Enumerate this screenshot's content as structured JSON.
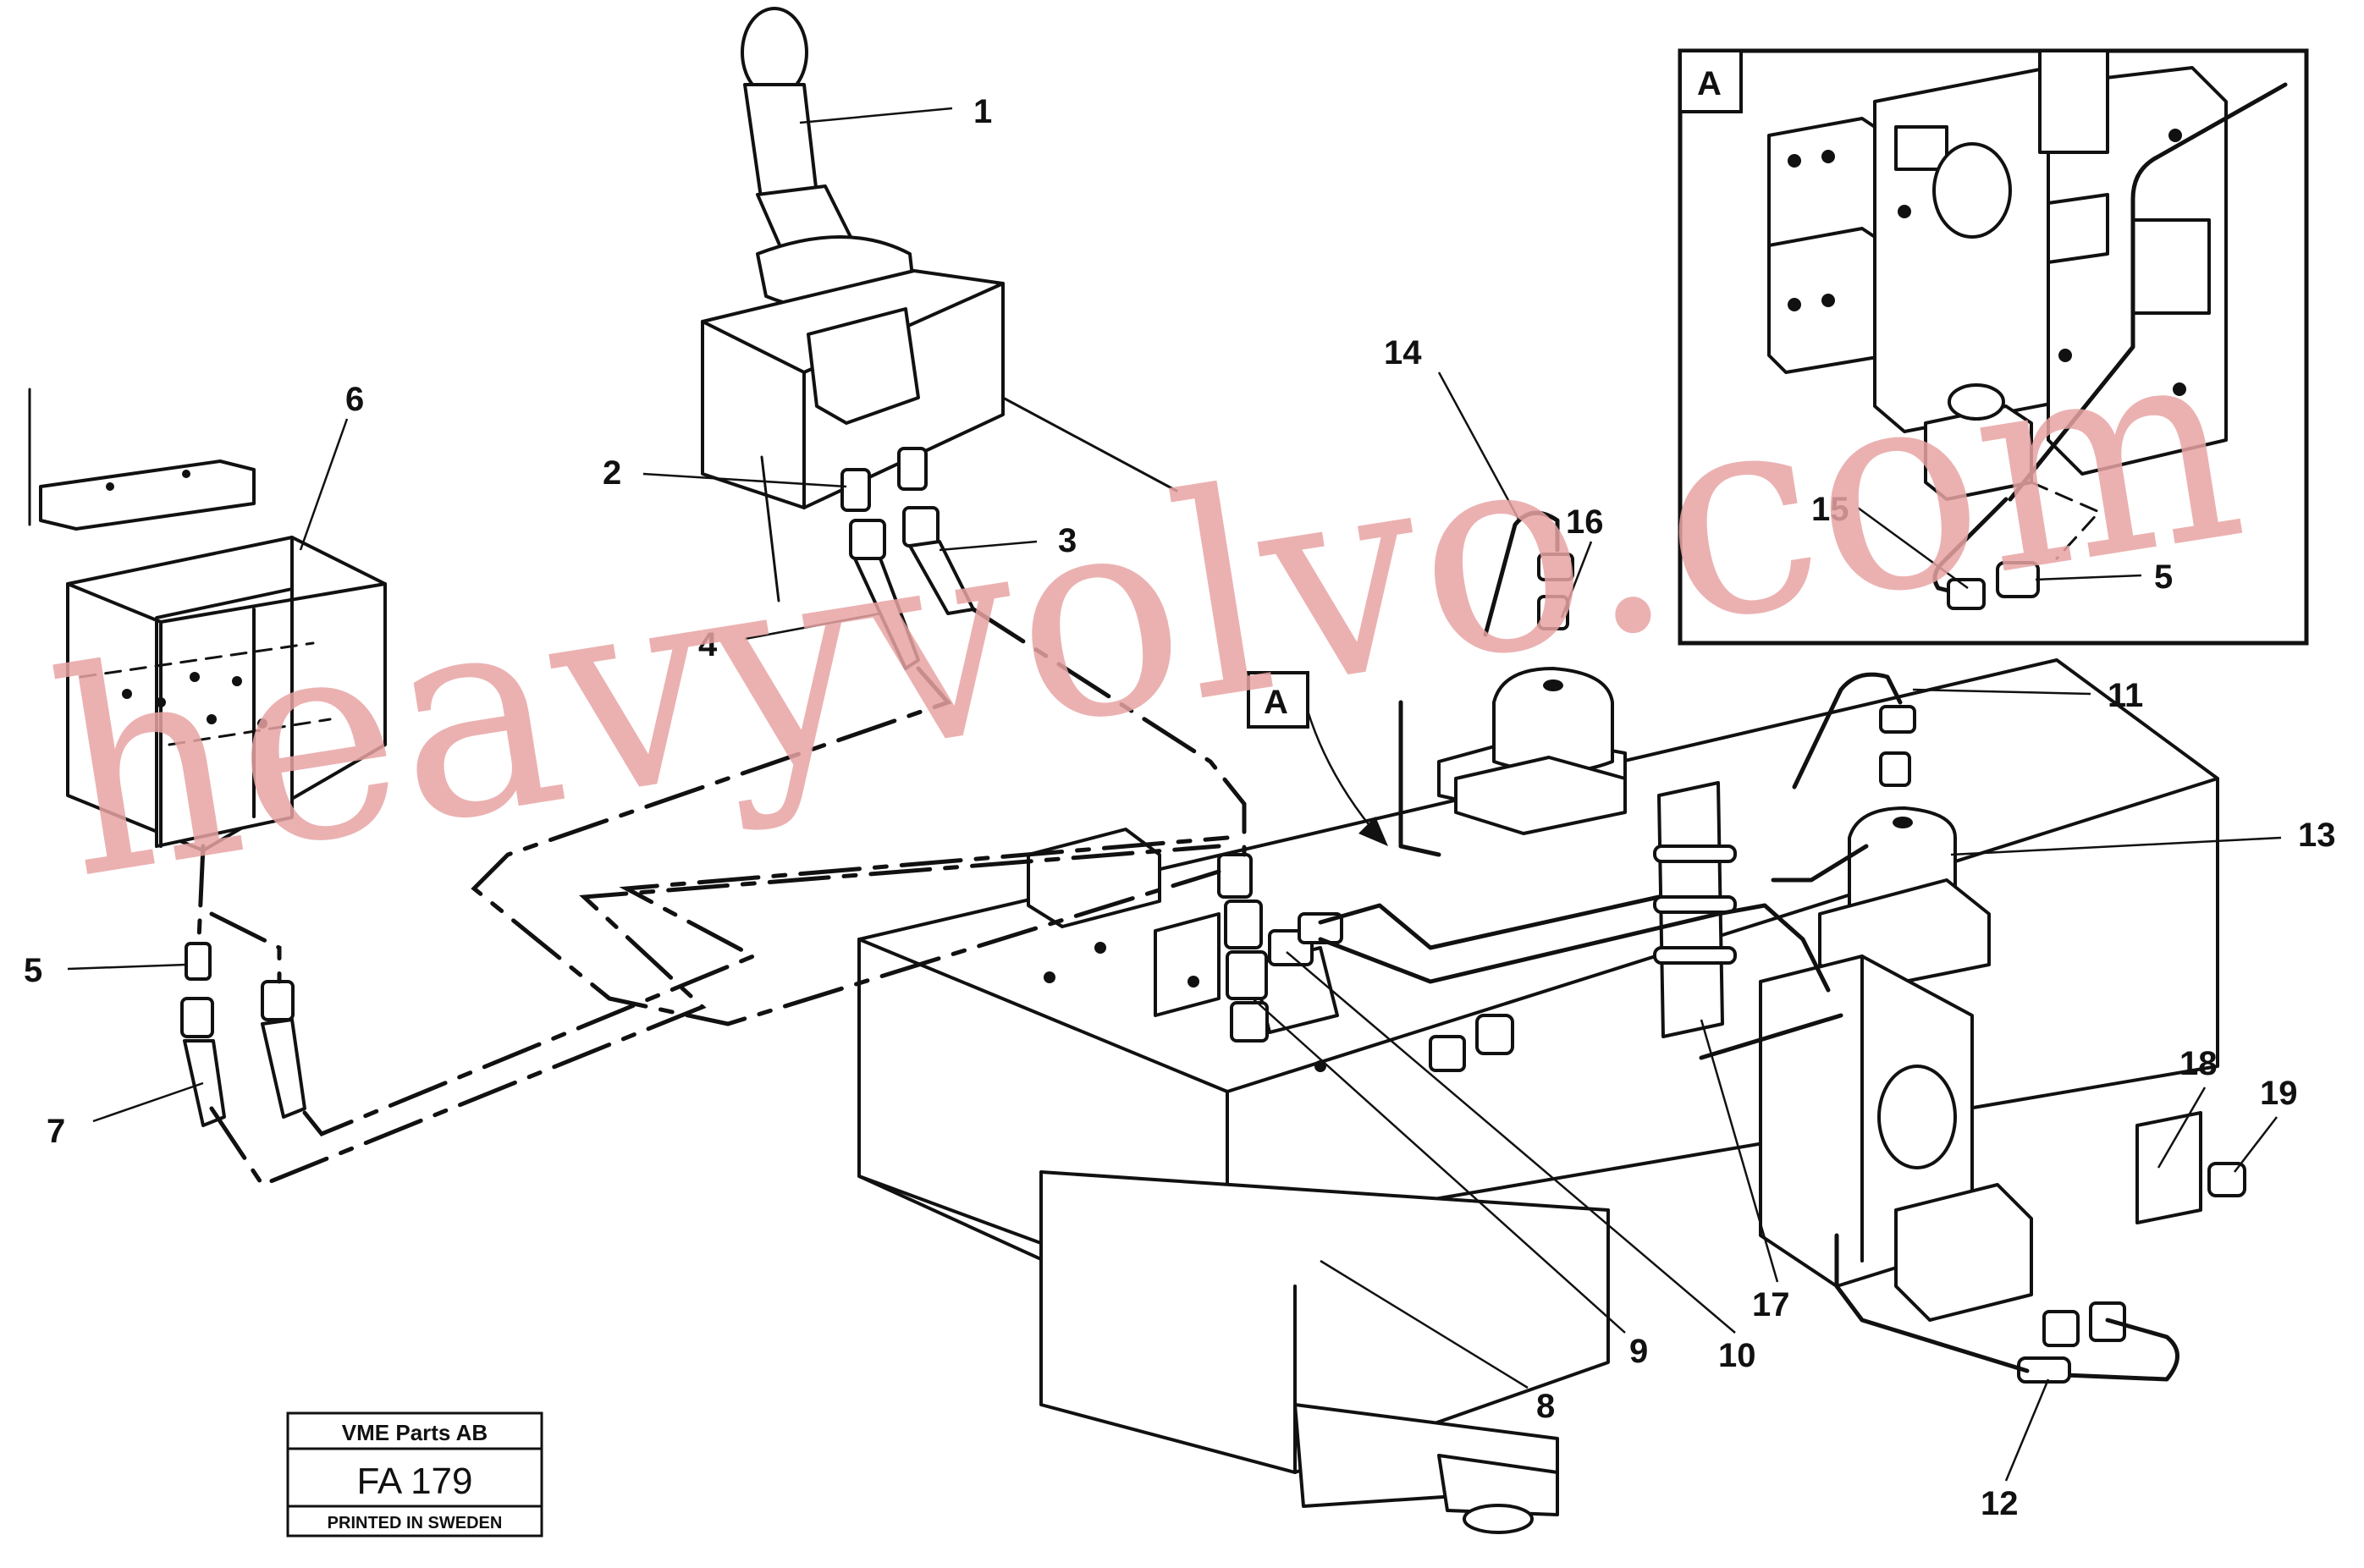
{
  "callouts": [
    {
      "id": "1",
      "text": "1"
    },
    {
      "id": "2",
      "text": "2"
    },
    {
      "id": "3",
      "text": "3"
    },
    {
      "id": "4",
      "text": "4"
    },
    {
      "id": "5a",
      "text": "5"
    },
    {
      "id": "5b",
      "text": "5"
    },
    {
      "id": "6",
      "text": "6"
    },
    {
      "id": "7",
      "text": "7"
    },
    {
      "id": "8",
      "text": "8"
    },
    {
      "id": "9",
      "text": "9"
    },
    {
      "id": "10",
      "text": "10"
    },
    {
      "id": "11",
      "text": "11"
    },
    {
      "id": "12",
      "text": "12"
    },
    {
      "id": "13",
      "text": "13"
    },
    {
      "id": "14",
      "text": "14"
    },
    {
      "id": "15",
      "text": "15"
    },
    {
      "id": "16",
      "text": "16"
    },
    {
      "id": "17",
      "text": "17"
    },
    {
      "id": "18",
      "text": "18"
    },
    {
      "id": "19",
      "text": "19"
    }
  ],
  "view_labels": {
    "inset": "A",
    "main": "A"
  },
  "title_block": {
    "company": "VME Parts AB",
    "code": "FA 179",
    "note": "PRINTED IN SWEDEN"
  },
  "watermark": "heavyvolvo.com",
  "colors": {
    "ink": "#111111",
    "watermark": "#e7a3a3",
    "background": "#ffffff"
  }
}
